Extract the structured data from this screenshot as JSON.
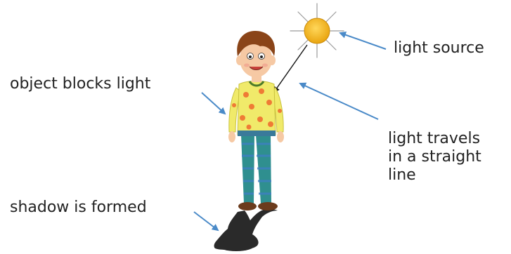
{
  "labels": {
    "object_blocks_light": "object blocks light",
    "shadow_is_formed": "shadow is formed",
    "light_source": "light source",
    "light_travels": [
      "light travels",
      "in a straight",
      "line"
    ]
  },
  "colors": {
    "arrow_blue": "#4a8ac8",
    "sun_fill": "#f2b51f",
    "sun_ray": "#9a9a9a",
    "shadow": "#2a2a2a",
    "shirt": "#f0ea6a",
    "shirt_dots": "#ef7b35",
    "trousers": "#2f8f8f",
    "hair": "#8a4418",
    "skin": "#f6c9a4",
    "shoes": "#6b3b1c"
  },
  "icons": {
    "sun": "sun-icon",
    "boy": "boy-figure",
    "shadow": "shadow-shape"
  }
}
